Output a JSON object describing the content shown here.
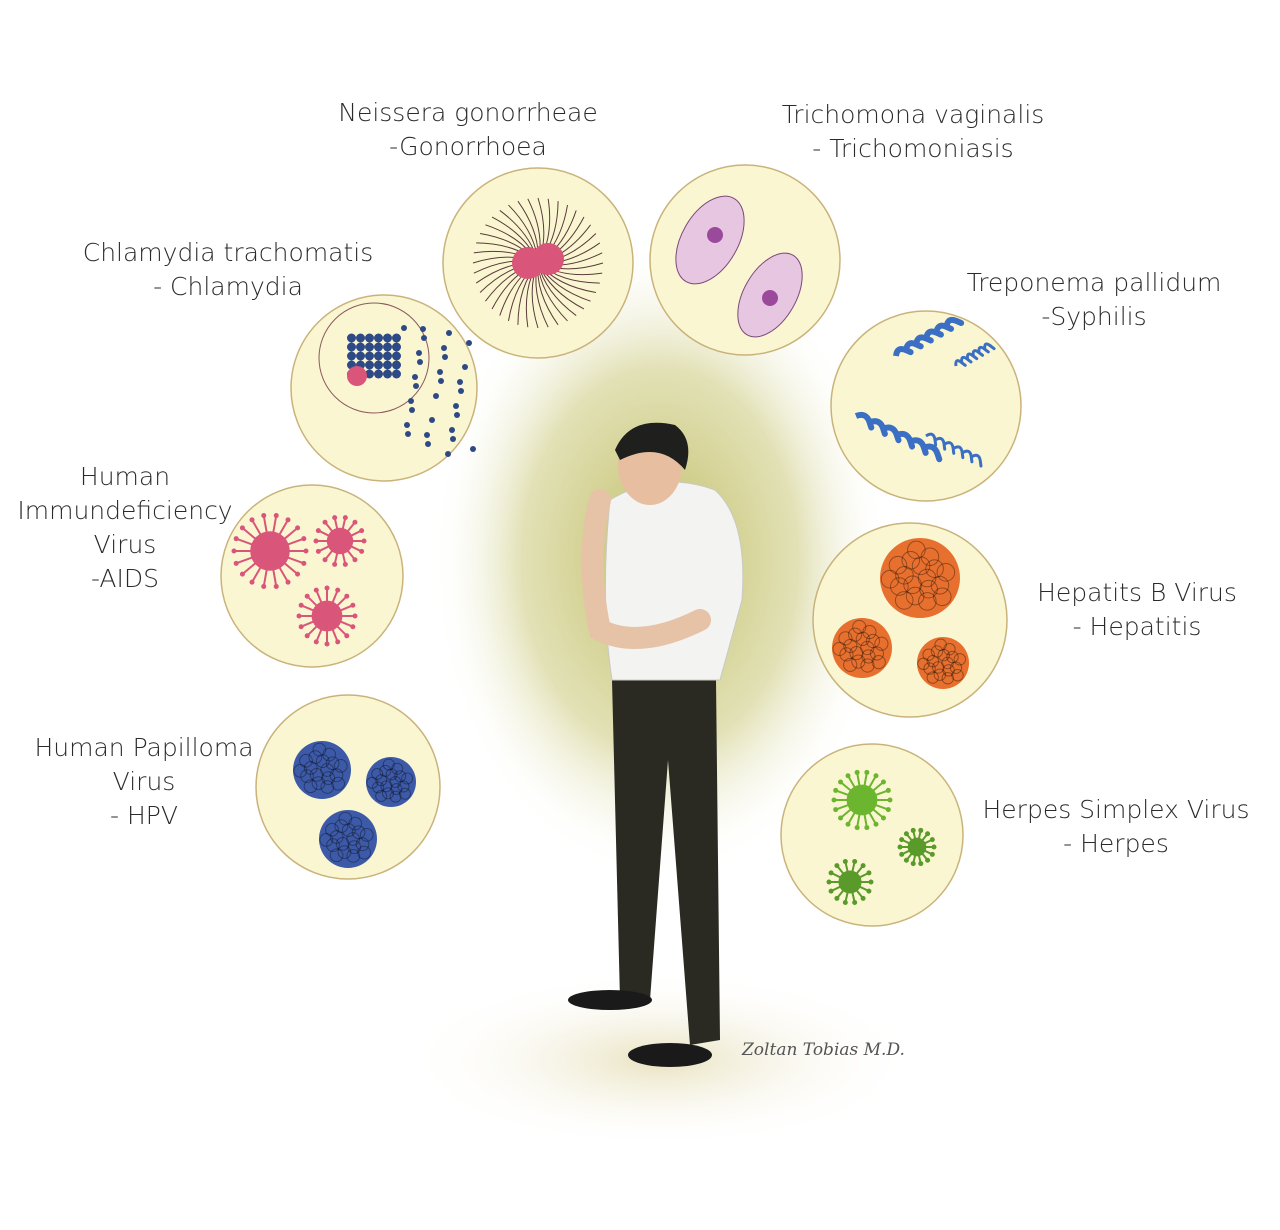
{
  "panels": [
    {
      "id": "gonorrhea",
      "lines": [
        "Neissera gonorrheae",
        "-Gonorrhoea"
      ],
      "color": "#d9557a"
    },
    {
      "id": "trichomonas",
      "lines": [
        "Trichomona vaginalis",
        "- Trichomoniasis"
      ],
      "color": "#c98ab8"
    },
    {
      "id": "chlamydia",
      "lines": [
        "Chlamydia trachomatis",
        "- Chlamydia"
      ],
      "color": "#2e4a86"
    },
    {
      "id": "syphilis",
      "lines": [
        "Treponema pallidum",
        "-Syphilis"
      ],
      "color": "#3a6fc4"
    },
    {
      "id": "hiv",
      "lines": [
        "Human",
        "Immundeficiency",
        "Virus",
        "-AIDS"
      ],
      "color": "#d9557a"
    },
    {
      "id": "hepatitis",
      "lines": [
        "Hepatits B Virus",
        "- Hepatitis"
      ],
      "color": "#e8702e"
    },
    {
      "id": "hpv",
      "lines": [
        "Human Papilloma",
        "Virus",
        "- HPV"
      ],
      "color": "#3d5aa8"
    },
    {
      "id": "herpes",
      "lines": [
        "Herpes Simplex Virus",
        "- Herpes"
      ],
      "color": "#6cb52e"
    }
  ],
  "signature": "Zoltan Tobias M.D.",
  "colors": {
    "disc": "#fbf6d2",
    "disc_border": "#c9b37a",
    "backdrop": "#c9c774"
  }
}
